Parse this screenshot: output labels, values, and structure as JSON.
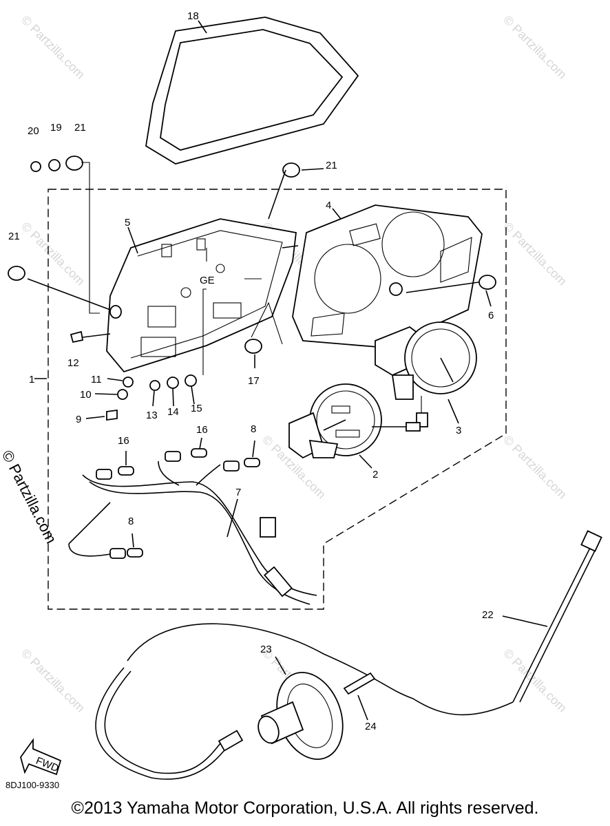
{
  "watermark": {
    "text": "© Partzilla.com"
  },
  "side_watermark": "© Partzilla.com",
  "diagram_code": "8DJ100-9330",
  "fwd_label": "FWD",
  "copyright": "©2013 Yamaha Motor Corporation, U.S.A. All rights reserved.",
  "callouts": {
    "c1": "1",
    "c2": "2",
    "c3": "3",
    "c4": "4",
    "c5": "5",
    "c6": "6",
    "c7": "7",
    "c8a": "8",
    "c8b": "8",
    "c9": "9",
    "c10": "10",
    "c11": "11",
    "c12": "12",
    "c13": "13",
    "c14": "14",
    "c15": "15",
    "c16a": "16",
    "c16b": "16",
    "c17": "17",
    "c18": "18",
    "c19": "19",
    "c20": "20",
    "c21a": "21",
    "c21b": "21",
    "c21c": "21",
    "c22": "22",
    "c23": "23",
    "c24": "24"
  }
}
